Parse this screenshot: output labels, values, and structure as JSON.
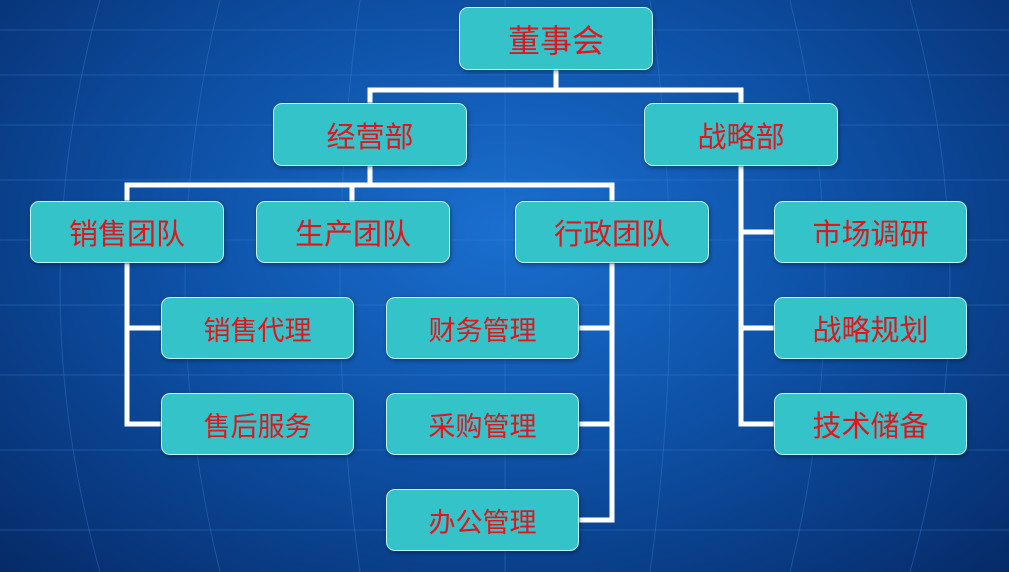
{
  "colors": {
    "node_fill": "#33c3c9",
    "node_text": "#e4141c",
    "connector": "#ffffff",
    "background": "#0e52a8"
  },
  "root": {
    "label": "董事会"
  },
  "level1": [
    {
      "label": "经营部"
    },
    {
      "label": "战略部"
    }
  ],
  "operations_teams": [
    {
      "label": "销售团队"
    },
    {
      "label": "生产团队"
    },
    {
      "label": "行政团队"
    }
  ],
  "sales_team_children": [
    {
      "label": "销售代理"
    },
    {
      "label": "售后服务"
    }
  ],
  "admin_team_children": [
    {
      "label": "财务管理"
    },
    {
      "label": "采购管理"
    },
    {
      "label": "办公管理"
    }
  ],
  "strategy_children": [
    {
      "label": "市场调研"
    },
    {
      "label": "战略规划"
    },
    {
      "label": "技术储备"
    }
  ]
}
